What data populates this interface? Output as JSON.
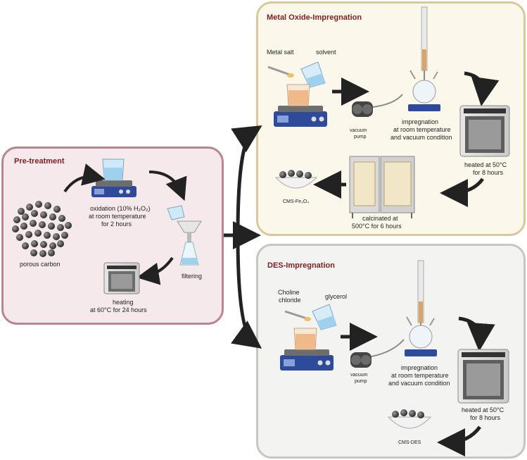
{
  "pretreatment": {
    "title": "Pre-treatment",
    "porous_carbon": "porous carbon",
    "oxidation_l1": "oxidation (10% H₂O₂)",
    "oxidation_l2": "at room temperature",
    "oxidation_l3": "for 2 hours",
    "filtering": "filtering",
    "heating_l1": "heating",
    "heating_l2": "at 60°C for 24 hours"
  },
  "metal_oxide": {
    "title": "Metal Oxide-Impregnation",
    "metal_salt": "Metal salt",
    "solvent": "solvent",
    "vacuum_l1": "vacuum",
    "vacuum_l2": "pump",
    "impreg_l1": "impregnation",
    "impreg_l2": "at room temperature",
    "impreg_l3": "and vacuum condition",
    "heated_l1": "heated at 50°C",
    "heated_l2": "for 8 hours",
    "calcinated_l1": "calcinated at",
    "calcinated_l2": "500°C for 6 hours",
    "product": "CMS-Fe₃O₄"
  },
  "des": {
    "title": "DES-Impregnation",
    "choline_l1": "Choline",
    "choline_l2": "chloride",
    "glycerol": "glycerol",
    "vacuum_l1": "vacuum",
    "vacuum_l2": "pump",
    "impreg_l1": "impregnation",
    "impreg_l2": "at room temperature",
    "impreg_l3": "and vacuum condition",
    "heated_l1": "heated at 50°C",
    "heated_l2": "for 8 hours",
    "product": "CMS-DES"
  },
  "colors": {
    "pretreatment_fill": "#f5e9ec",
    "pretreatment_border": "#b8868d",
    "metal_fill": "#fbf7ea",
    "metal_border": "#d9c99a",
    "des_fill": "#f3f3f2",
    "des_border": "#c3c8c0",
    "title_color": "#7a1f1f",
    "arrow": "#222222"
  }
}
